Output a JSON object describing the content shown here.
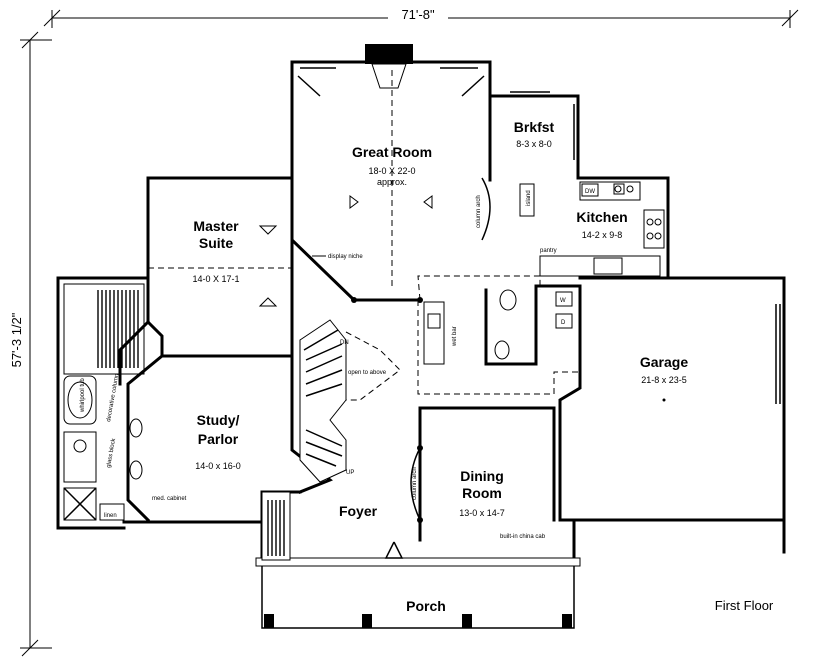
{
  "dimensions": {
    "width": "71'-8\"",
    "depth": "57'-3 1/2\""
  },
  "floor_label": "First Floor",
  "rooms": {
    "great_room": {
      "name": "Great Room",
      "size": "18-0 X 22-0",
      "note": "approx."
    },
    "brkfst": {
      "name": "Brkfst",
      "size": "8-3 x 8-0"
    },
    "kitchen": {
      "name": "Kitchen",
      "size": "14-2 x 9-8"
    },
    "master": {
      "name1": "Master",
      "name2": "Suite",
      "size": "14-0 X 17-1"
    },
    "study": {
      "name1": "Study/",
      "name2": "Parlor",
      "size": "14-0 x 16-0"
    },
    "garage": {
      "name": "Garage",
      "size": "21-8 x 23-5"
    },
    "dining": {
      "name1": "Dining",
      "name2": "Room",
      "size": "13-0 x 14-7"
    },
    "foyer": {
      "name": "Foyer"
    },
    "porch": {
      "name": "Porch"
    }
  },
  "notes": {
    "display_niche": "display niche",
    "open_to_above": "open to above",
    "pantry": "pantry",
    "island": "island",
    "column_arch_1": "column arch",
    "column_arch_2": "column arch",
    "wet_bar": "wet bar",
    "decorative_column": "decorative column",
    "glass_block": "glass block",
    "whirlpool_tub": "whirlpool tub",
    "med_cabinet": "med. cabinet",
    "linen": "linen",
    "builtin_china": "built-in china cab",
    "up": "UP",
    "dn": "DN",
    "dw": "DW",
    "washer": "W",
    "dryer": "D"
  }
}
